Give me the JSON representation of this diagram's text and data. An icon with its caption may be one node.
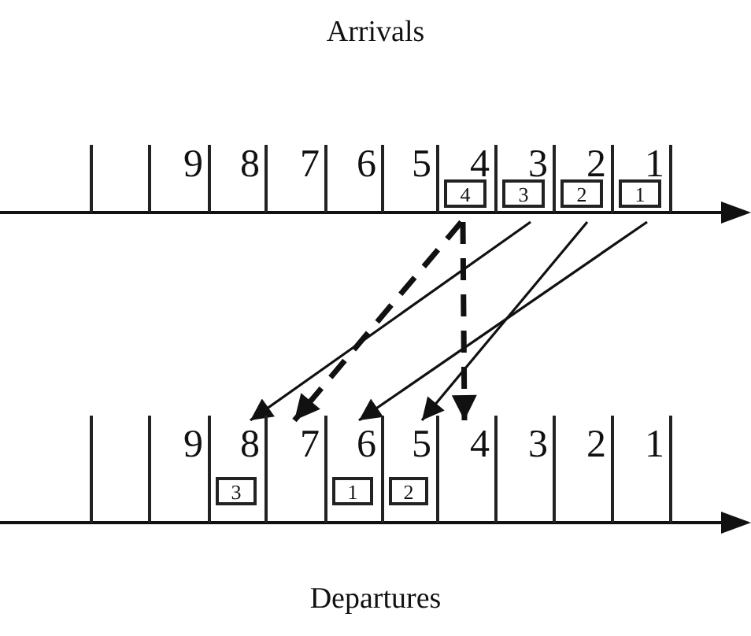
{
  "diagram": {
    "nodes": [
      {
        "text": [],
        "shape": "box"
      },
      {
        "text": [
          "9"
        ]
      },
      {
        "text": [
          "8"
        ]
      },
      {
        "text": [
          "7"
        ]
      },
      {
        "text": [
          "6"
        ]
      },
      {
        "text": [
          "5"
        ]
      },
      {
        "text": [
          "4"
        ]
      },
      {
        "text": [
          "3"
        ]
      },
      {
        "text": [
          "2"
        ]
      },
      {
        "text": [
          "1"
        ]
      },
      {
        "text": [
          "4"
        ],
        "in": 6
      },
      {
        "text": [
          "3"
        ],
        "in": 7
      },
      {
        "text": [
          "2"
        ],
        "in": 8
      },
      {
        "text": [
          "1"
        ],
        "in": 9
      },
      {
        "text": [],
        "shape": "box"
      },
      {
        "text": [
          "9"
        ]
      },
      {
        "text": [
          "8"
        ]
      },
      {
        "text": [
          "7"
        ]
      },
      {
        "text": [
          "6"
        ]
      },
      {
        "text": [
          "5"
        ]
      },
      {
        "text": [
          "4"
        ]
      },
      {
        "text": [
          "3"
        ]
      },
      {
        "text": [
          "2"
        ]
      },
      {
        "text": [
          "1"
        ]
      },
      {
        "text": [
          "3"
        ],
        "in": 16
      },
      {
        "text": [
          "1"
        ],
        "in": 18
      },
      {
        "text": [
          "2"
        ],
        "in": 19
      }
    ],
    "edges": [
      {
        "from": 7,
        "to": 16,
        "arrow": "to"
      },
      {
        "from": 8,
        "to": 19,
        "arrow": "to"
      },
      {
        "from": 9,
        "to": 18,
        "arrow": "to"
      },
      {
        "from": 6,
        "to": 17,
        "arrow": "to",
        "style": "dashed"
      },
      {
        "from": 6,
        "to": 20,
        "arrow": "to",
        "style": "dashed"
      }
    ],
    "labels": [
      "Arrivals",
      "Departures"
    ]
  }
}
